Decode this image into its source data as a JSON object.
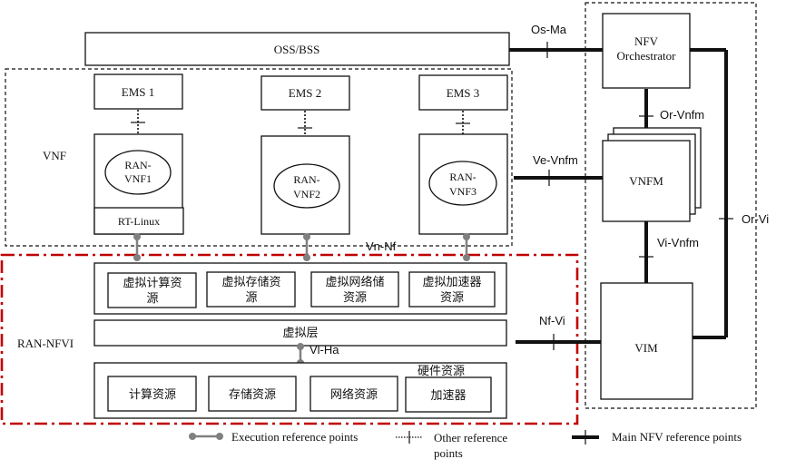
{
  "oss_bss": "OSS/BSS",
  "nfv_orchestrator": [
    "NFV",
    "Orchestrator"
  ],
  "vnfm": "VNFM",
  "vim": "VIM",
  "ems": [
    "EMS 1",
    "EMS 2",
    "EMS 3"
  ],
  "vnf_region_label": "VNF",
  "ran_vnfs": [
    [
      "RAN-",
      "VNF1"
    ],
    [
      "RAN-",
      "VNF2"
    ],
    [
      "RAN-",
      "VNF3"
    ]
  ],
  "rt_linux": "RT-Linux",
  "ran_nfvi_label": "RAN-NFVI",
  "virtual_resources": [
    [
      "虚拟计算资",
      "源"
    ],
    [
      "虚拟存储资",
      "源"
    ],
    [
      "虚拟网络储",
      "资源"
    ],
    [
      "虚拟加速器",
      "资源"
    ]
  ],
  "virtual_layer": "虚拟层",
  "hardware_label": "硬件资源",
  "hardware_resources": [
    "计算资源",
    "存储资源",
    "网络资源",
    "加速器"
  ],
  "reference_points": {
    "os_ma": "Os-Ma",
    "or_vnfm": "Or-Vnfm",
    "ve_vnfm": "Ve-Vnfm",
    "vn_nf": "Vn-Nf",
    "vi_vnfm": "Vi-Vnfm",
    "or_vi": "Or-Vi",
    "nf_vi": "Nf-Vi",
    "vl_ha": "Vl-Ha"
  },
  "legend": {
    "execution": "Execution reference points",
    "other": [
      "Other reference",
      "points"
    ],
    "main": "Main NFV reference points"
  }
}
